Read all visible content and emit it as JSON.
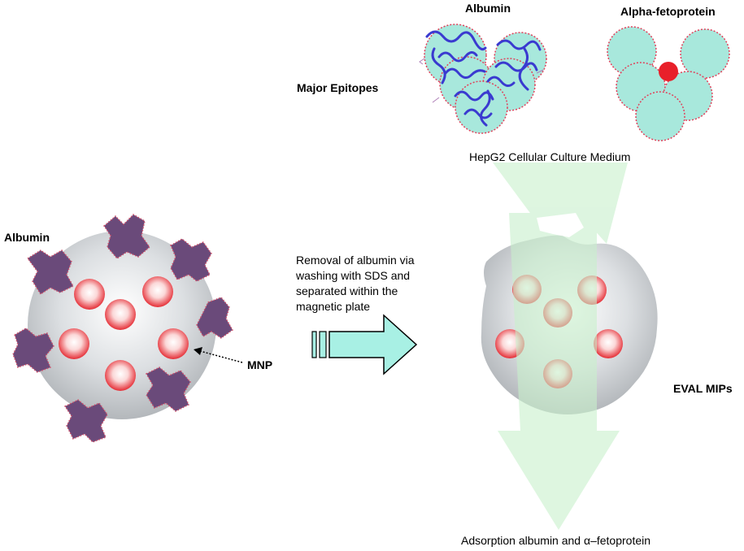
{
  "labels": {
    "albumin_top": "Albumin",
    "afp_top": "Alpha-fetoprotein",
    "major_epitopes": "Major Epitopes",
    "hepg2": "HepG2 Cellular Culture Medium",
    "albumin_left": "Albumin",
    "mnp": "MNP",
    "removal": "Removal of albumin via washing with SDS and separated within the magnetic plate",
    "eval_mips": "EVAL MIPs",
    "adsorption": "Adsorption albumin and α–fetoprotein"
  },
  "colors": {
    "sphere": "#c4c8cc",
    "cavity": "#e8363c",
    "epitope_fill": "#a8e8dc",
    "epitope_outline": "#e0405a",
    "arrow_green": "#c8f0cc",
    "right_arrow_fill": "#a8f0e4",
    "protein_blue": "#3a3ad0",
    "protein_purple": "#6a4a7a"
  },
  "icons": [
    "albumin-protein-icon",
    "albumin-epitope-circles-icon",
    "afp-epitope-circles-icon",
    "mnp-sphere-icon",
    "process-arrow-icon",
    "eval-mip-sphere-icon",
    "flow-arrow-icon"
  ]
}
